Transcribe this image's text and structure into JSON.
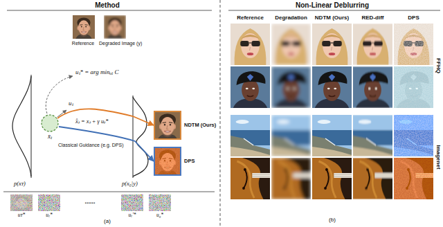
{
  "diagram": {
    "nodes": [
      {
        "text": [
          "x̄ₜ"
        ]
      },
      {
        "text": [
          "NDTM (Ours)"
        ]
      },
      {
        "text": [
          "DPS"
        ]
      }
    ],
    "edges": [
      {
        "from": 0,
        "to": 1,
        "arrow": "to",
        "label": "x̂ₜ = xₜ + γ uₜ*"
      },
      {
        "from": 0,
        "to": 2,
        "arrow": "to",
        "label": "Classical Guidance (e.g. DPS)"
      }
    ],
    "labels": [
      "Method",
      "Reference",
      "Degraded Image (y)",
      "uₜ* = arg minᵤₜ C",
      "uₜ",
      "p(xᴛ)",
      "p(x₀|y)",
      "uᴛ*",
      "uₜ*",
      "......",
      "uₜ'*",
      "u₀*",
      "(a)",
      "Non-Linear Deblurring",
      "Reference",
      "Degradation",
      "NDTM (Ours)",
      "RED-diff",
      "DPS",
      "FFHQ",
      "Imagenet",
      "(b)"
    ]
  }
}
